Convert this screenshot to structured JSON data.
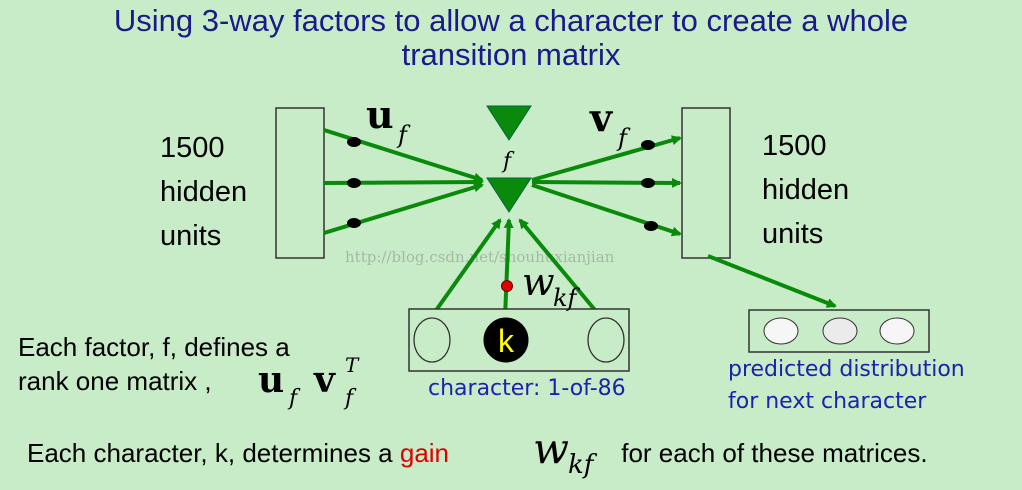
{
  "title": {
    "line1": "Using 3-way factors to allow a character to create a whole",
    "line2": "transition matrix"
  },
  "left_units": {
    "count": "1500",
    "word1": "hidden",
    "word2": "units"
  },
  "right_units": {
    "count": "1500",
    "word1": "hidden",
    "word2": "units"
  },
  "symbols": {
    "u": "u",
    "v": "v",
    "f": "f",
    "w": "w",
    "kf": "kf",
    "T": "T",
    "k": "k"
  },
  "character_label": "character: 1-of-86",
  "prediction_label": {
    "line1": "predicted distribution",
    "line2": "for next character"
  },
  "factor_text": {
    "line1": "Each factor, f, defines a",
    "line2": "rank one matrix ,"
  },
  "bottom_text": {
    "before": "Each character, k, determines a ",
    "gain": "gain",
    "after": " for each of these matrices."
  },
  "watermark": "http://blog.csdn.net/shouhuxianjian",
  "colors": {
    "background": "#c8ecc8",
    "title": "#1a1a8c",
    "arrow": "#0a8a0a",
    "triangle": "#0a8a0a",
    "gain": "#e00000",
    "label_blue": "#2020b0",
    "k_fill": "#000000",
    "k_text": "#ffff00",
    "red_dot": "#e00000"
  }
}
